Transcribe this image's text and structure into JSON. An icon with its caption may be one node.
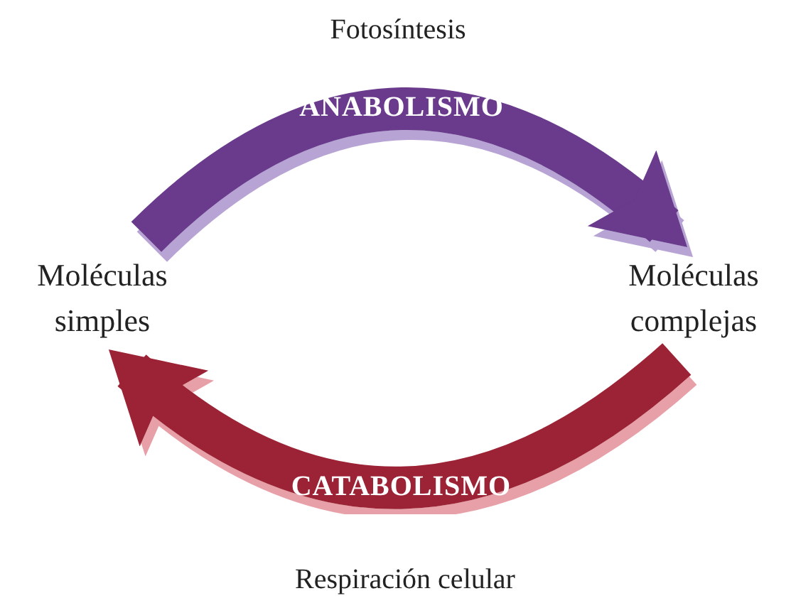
{
  "diagram": {
    "nodes": [
      {
        "text": [
          "Moléculas simples"
        ]
      },
      {
        "text": [
          "Moléculas complejas"
        ]
      }
    ],
    "edges": [
      {
        "from": 0,
        "to": 1,
        "arrow": "to",
        "label": "ANABOLISMO",
        "color": "#6a3a8c"
      },
      {
        "from": 1,
        "to": 0,
        "arrow": "to",
        "label": "CATABOLISMO",
        "color": "#9c2335"
      }
    ],
    "labels": [
      "Fotosíntesis",
      "Respiración celular"
    ]
  }
}
